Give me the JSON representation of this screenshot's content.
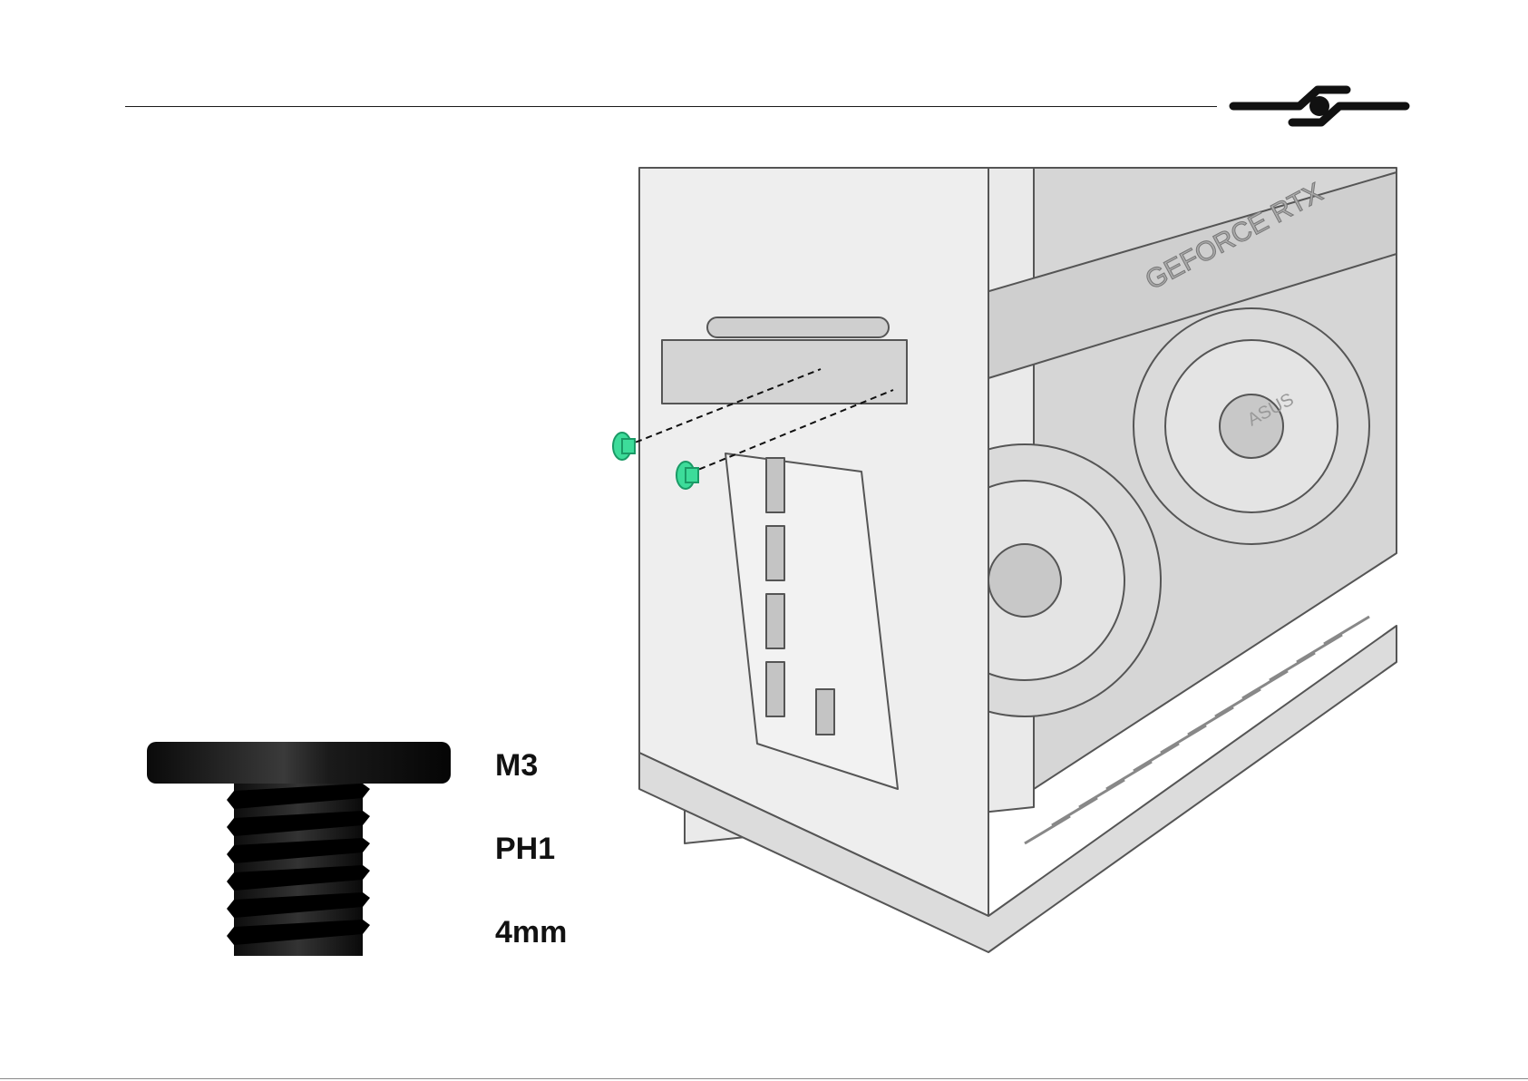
{
  "screw_spec": {
    "thread": "M3",
    "drive": "PH1",
    "length": "4mm"
  },
  "colors": {
    "highlight_screw": "#3ddc9a",
    "screw_black": "#111111",
    "chassis_line": "#555555",
    "chassis_fill": "#e6e6e6"
  },
  "gpu_branding": {
    "model_text": "GEFORCE RTX",
    "brand_text": "ASUS"
  },
  "icons": {
    "brand_logo": "switch-logo-icon",
    "screw_detail": "screw-icon",
    "highlighted_screws": "screw-icon"
  }
}
